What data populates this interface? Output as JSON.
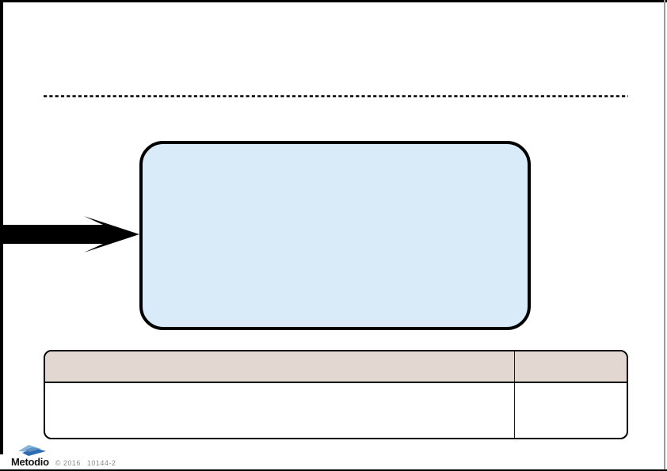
{
  "page": {
    "background": "#ffffff",
    "frame_color": "#000000",
    "right_frame_color": "#9a9a9a"
  },
  "diagram": {
    "divider": {
      "style": "dashed",
      "color": "#000000"
    },
    "input_arrow": {
      "color": "#000000",
      "direction": "right"
    },
    "content_box": {
      "text": "",
      "fill": "#d9eaf9",
      "border_color": "#000000"
    }
  },
  "table": {
    "header_fill": "#e2d8d1",
    "border_color": "#000000",
    "columns": [
      {
        "header": ""
      },
      {
        "header": ""
      }
    ],
    "rows": [
      [
        "",
        ""
      ]
    ]
  },
  "footer": {
    "brand": "Metodio",
    "copyright": "© 2016",
    "code": "10144-2",
    "logo_colors": {
      "light": "#8ab4d8",
      "dark": "#2e6cb0"
    }
  }
}
